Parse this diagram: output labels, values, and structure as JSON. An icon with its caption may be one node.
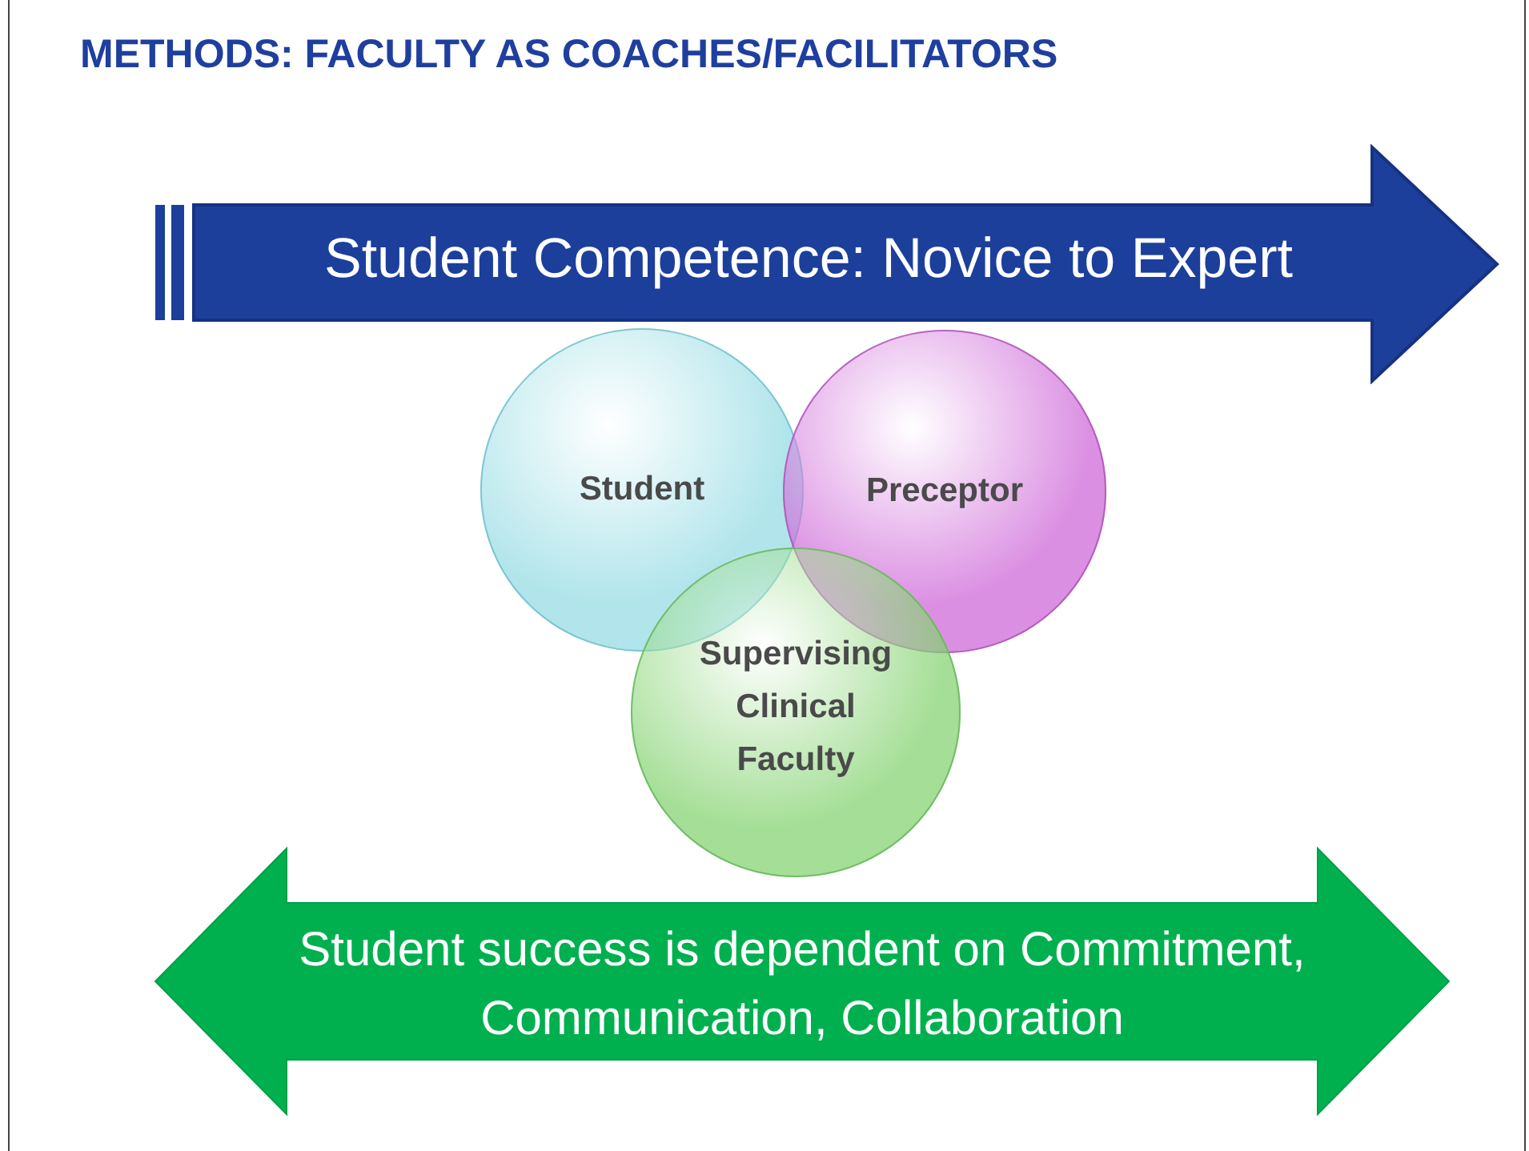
{
  "diagram": {
    "title": "METHODS: FACULTY AS COACHES/FACILITATORS",
    "nodes": [
      {
        "text": [
          "Student Competence: Novice to Expert"
        ]
      },
      {
        "text": [
          "Student"
        ]
      },
      {
        "text": [
          "Preceptor"
        ]
      },
      {
        "text": [
          "Supervising Clinical Faculty"
        ]
      },
      {
        "text": [
          "Student success is dependent on Commitment, Communication, Collaboration"
        ]
      }
    ]
  }
}
